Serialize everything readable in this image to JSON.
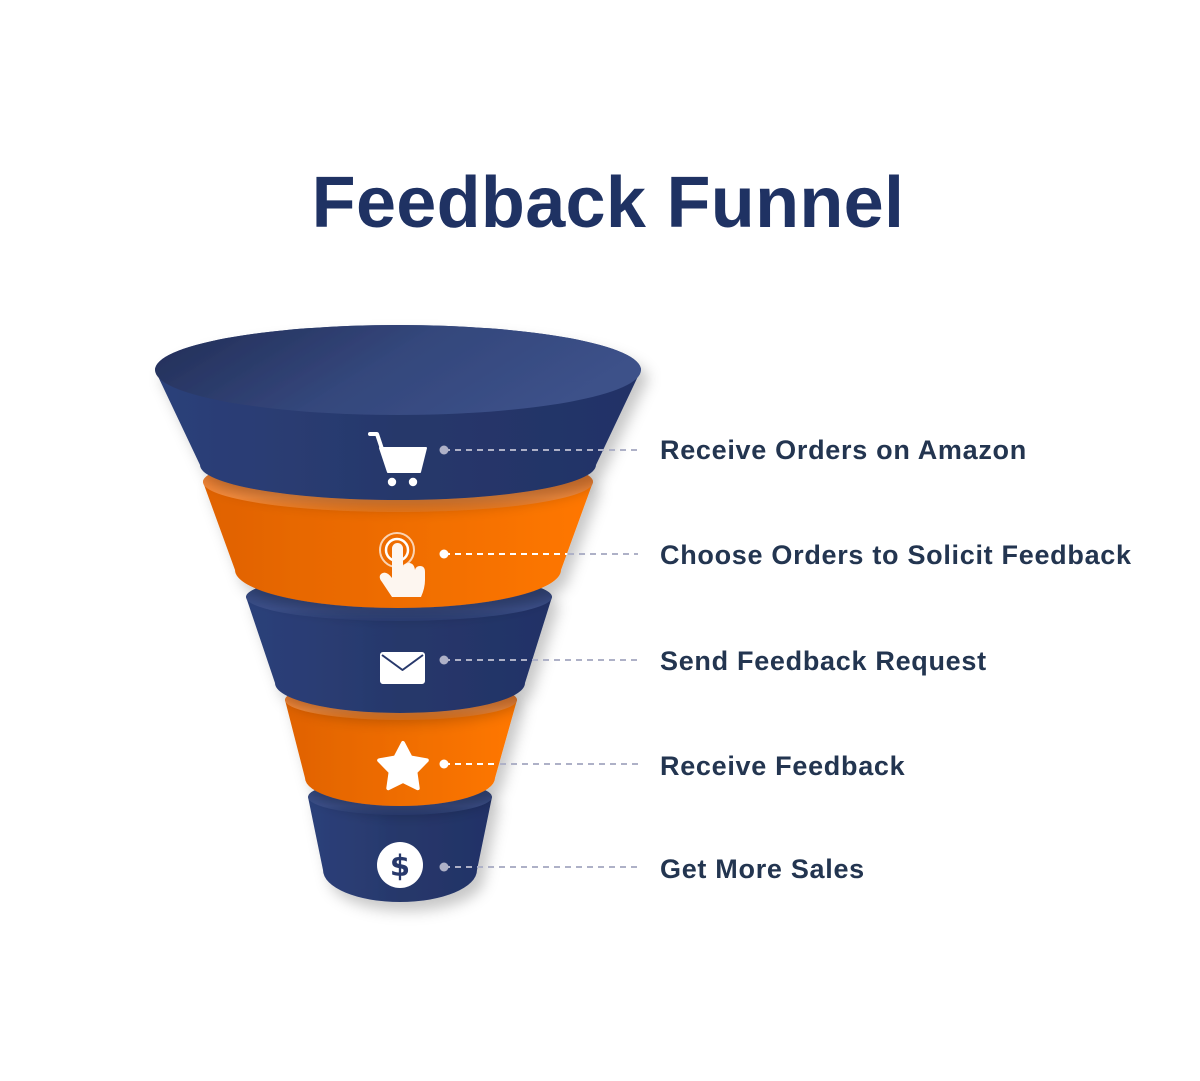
{
  "title": "Feedback Funnel",
  "colors": {
    "title": "#1f3263",
    "label": "#233550",
    "navy": "#27386b",
    "orange": "#f07008",
    "connector": "#aeb1c7"
  },
  "stages": [
    {
      "label": "Receive Orders on Amazon",
      "icon": "shopping-cart-icon",
      "band_color": "navy"
    },
    {
      "label": "Choose Orders to Solicit Feedback",
      "icon": "tap-hand-icon",
      "band_color": "orange"
    },
    {
      "label": "Send Feedback Request",
      "icon": "envelope-icon",
      "band_color": "navy"
    },
    {
      "label": "Receive Feedback",
      "icon": "star-icon",
      "band_color": "orange"
    },
    {
      "label": "Get More Sales",
      "icon": "dollar-coin-icon",
      "band_color": "navy",
      "icon_glyph": "$"
    }
  ]
}
